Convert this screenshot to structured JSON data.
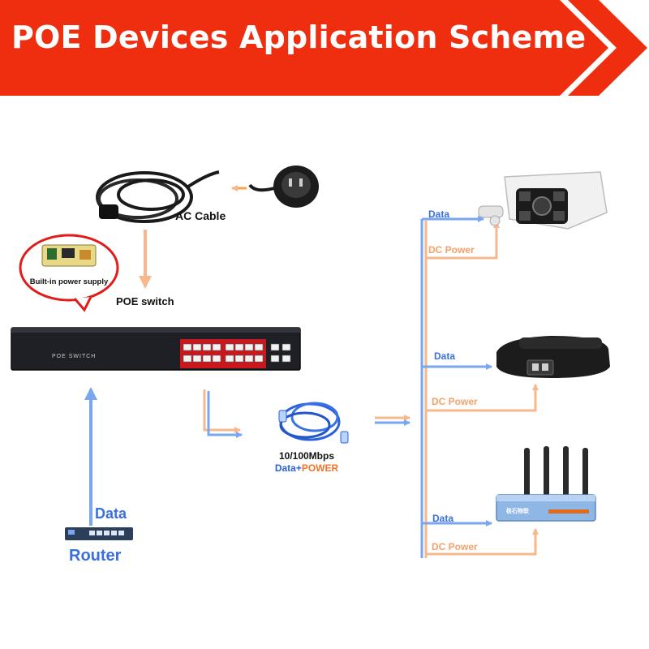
{
  "title": "POE Devices Application Scheme",
  "labels": {
    "ac_cable": "AC Cable",
    "builtin_power": "Built-in power supply",
    "poe_switch": "POE switch",
    "switch_panel": "POE SWITCH",
    "speed": "10/100Mbps",
    "data_plus": "Data+",
    "power": "POWER",
    "router_data": "Data",
    "router": "Router",
    "camera_data": "Data",
    "camera_power": "DC Power",
    "phone_data": "Data",
    "phone_power": "DC Power",
    "ap_data": "Data",
    "ap_power": "DC Power",
    "ap_brand": "极石物联"
  },
  "colors": {
    "banner": "#ee2e0e",
    "data_blue": "#7aa6f0",
    "power_orange": "#f6b98d",
    "label_blue": "#3a6fe0",
    "label_orange": "#f4a06a"
  }
}
